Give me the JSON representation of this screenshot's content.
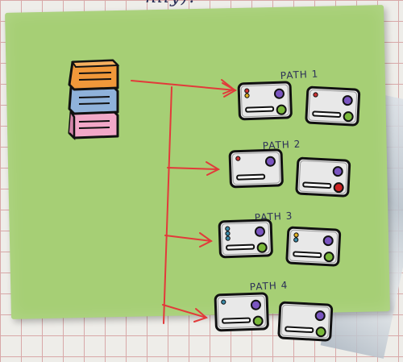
{
  "header": {
    "partial_text": "nily)."
  },
  "source": {
    "icon": "server-stack-icon"
  },
  "paths": [
    {
      "label": "PATH 1",
      "servers": [
        {
          "icon": "server-icon",
          "leds": [
            "#cc3333",
            "#e0b020"
          ],
          "dot": "#7a55c0",
          "dot2": "#7ab83a"
        },
        {
          "icon": "server-icon",
          "leds": [
            "#cc3333"
          ],
          "dot": "#7a55c0",
          "dot2": "#7ab83a"
        }
      ]
    },
    {
      "label": "PATH 2",
      "servers": [
        {
          "icon": "server-icon",
          "leds": [
            "#cc3333"
          ],
          "dot": "#7a55c0",
          "dot2": null
        },
        {
          "icon": "server-icon",
          "leds": [],
          "dot": "#7a55c0",
          "dot2": "#cc2222"
        }
      ]
    },
    {
      "label": "PATH 3",
      "servers": [
        {
          "icon": "server-icon",
          "leds": [
            "#3a8aa8",
            "#3a8aa8",
            "#3a8aa8"
          ],
          "dot": "#7a55c0",
          "dot2": "#7ab83a"
        },
        {
          "icon": "server-icon",
          "leds": [
            "#e0b020",
            "#3a8aa8"
          ],
          "dot": "#7a55c0",
          "dot2": "#7ab83a"
        }
      ]
    },
    {
      "label": "PATH 4",
      "servers": [
        {
          "icon": "server-icon",
          "leds": [
            "#3a8aa8"
          ],
          "dot": "#7a55c0",
          "dot2": "#7ab83a"
        },
        {
          "icon": "server-icon",
          "leds": [],
          "dot": "#7a55c0",
          "dot2": "#7ab83a"
        }
      ]
    }
  ],
  "colors": {
    "board": "#a6cf75",
    "arrow": "#e23a3a",
    "ink": "#1a1a1a",
    "server_body": "#e8e8e8"
  }
}
